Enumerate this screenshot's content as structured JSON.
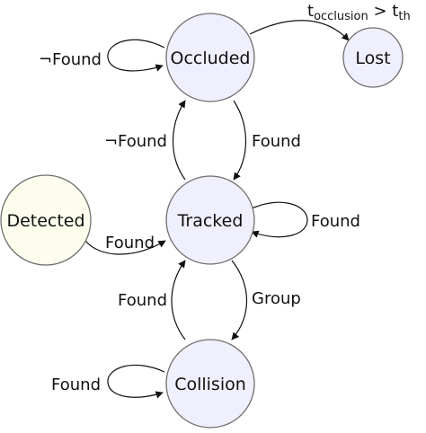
{
  "colors": {
    "state_fill": "#efeffd",
    "detected_fill": "#fdfdee",
    "state_stroke": "#6f6f6f",
    "edge": "#111111"
  },
  "states": {
    "occluded": "Occluded",
    "lost": "Lost",
    "detected": "Detected",
    "tracked": "Tracked",
    "collision": "Collision"
  },
  "transitions": {
    "occluded_self": "¬Found",
    "occluded_to_lost_base": "t",
    "occluded_to_lost_sub": "occlusion",
    "occluded_to_lost_gt": " > t",
    "occluded_to_lost_threshold_sub": "th",
    "tracked_to_occluded": "¬Found",
    "occluded_to_tracked": "Found",
    "tracked_self": "Found",
    "detected_to_tracked": "Found",
    "collision_to_tracked": "Found",
    "tracked_to_collision": "Group",
    "collision_self": "Found"
  }
}
